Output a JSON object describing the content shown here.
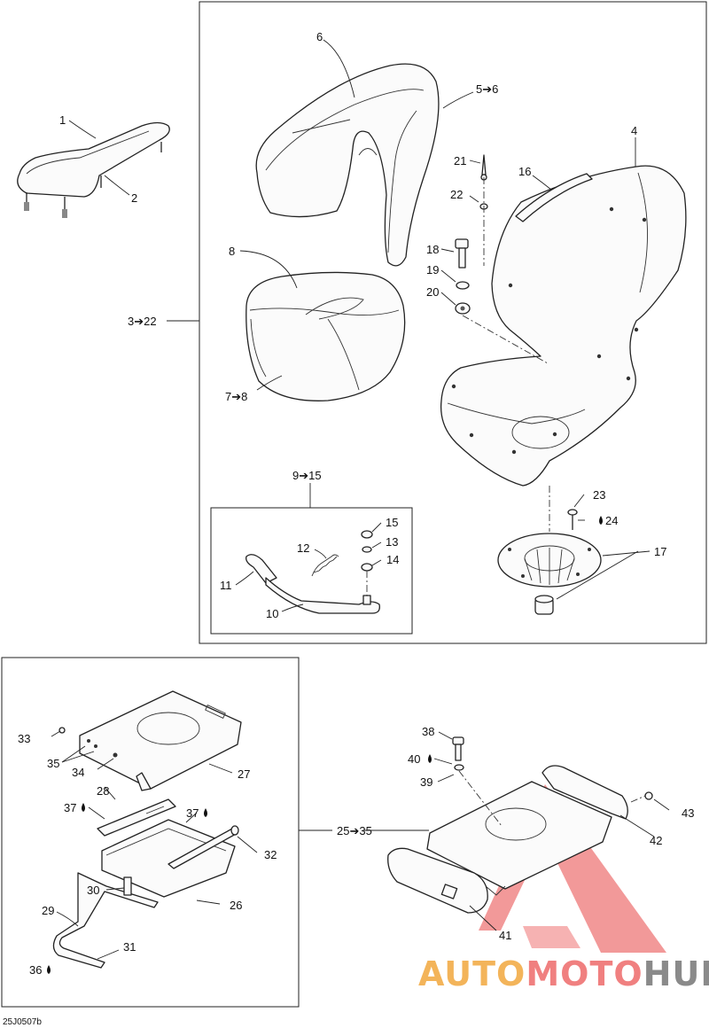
{
  "diagram": {
    "code": "25J0507b",
    "watermark": {
      "part1": "AUTO",
      "part2": "MOTO",
      "part3": "HUB"
    },
    "callouts": {
      "c1": "1",
      "c2": "2",
      "c3_22": "3➔22",
      "c4": "4",
      "c5_6": "5➔6",
      "c6": "6",
      "c7_8": "7➔8",
      "c8": "8",
      "c9_15": "9➔15",
      "c10": "10",
      "c11": "11",
      "c12": "12",
      "c13": "13",
      "c14": "14",
      "c15": "15",
      "c16": "16",
      "c17": "17",
      "c18": "18",
      "c19": "19",
      "c20": "20",
      "c21": "21",
      "c22": "22",
      "c23": "23",
      "c24": "24",
      "c25_35": "25➔35",
      "c26": "26",
      "c27": "27",
      "c28": "28",
      "c29": "29",
      "c30": "30",
      "c31": "31",
      "c32": "32",
      "c33": "33",
      "c34": "34",
      "c35": "35",
      "c36": "36",
      "c37a": "37",
      "c37b": "37",
      "c38": "38",
      "c39": "39",
      "c40": "40",
      "c41": "41",
      "c42": "42",
      "c43": "43"
    }
  }
}
